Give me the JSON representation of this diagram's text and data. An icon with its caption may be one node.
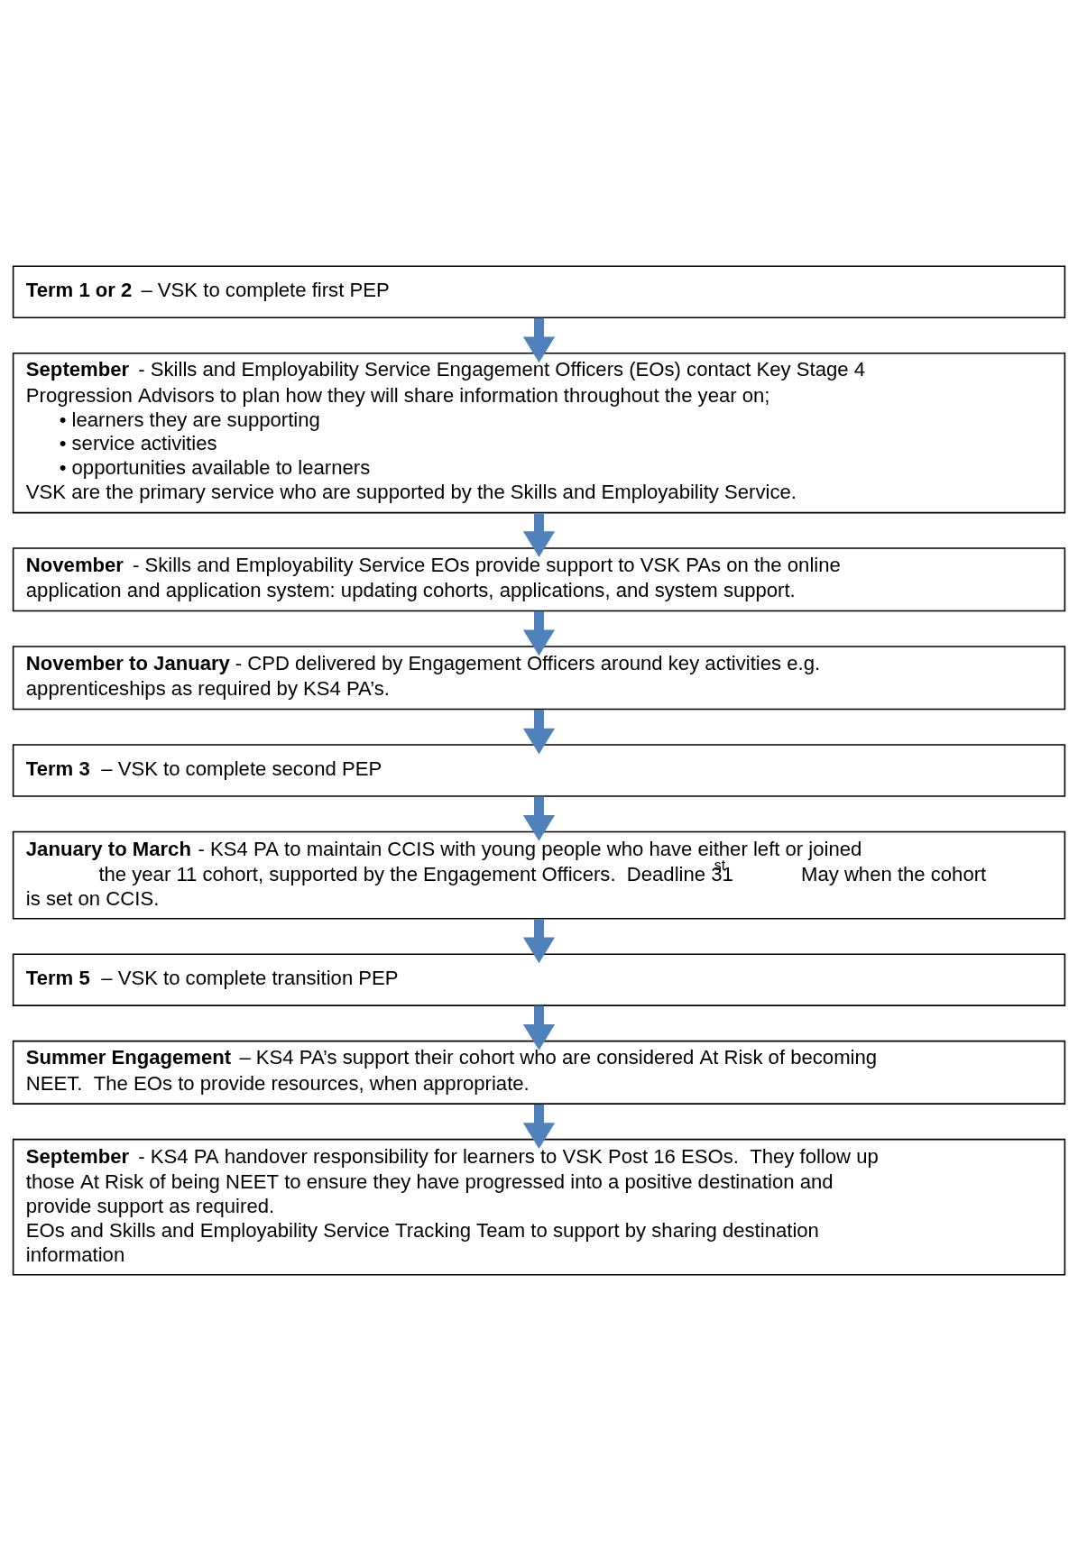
{
  "diagram": {
    "nodes": [
      {
        "text": [
          "**Term 1 or 2** – VSK to complete first PEP"
        ]
      },
      {
        "text": [
          "**September** - Skills and Employability Service Engagement Officers (EOs) contact Key Stage 4 Progression Advisors to plan how they will share information throughout the year on;",
          "• learners they are supporting",
          "• service activities",
          "• opportunities available to learners",
          "VSK are the primary service who are supported by the Skills and Employability Service."
        ]
      },
      {
        "text": [
          "**November** - Skills and Employability Service EOs provide support to VSK PAs on the online application and application system: updating cohorts, applications, and system support."
        ]
      },
      {
        "text": [
          "**November to January** - CPD delivered by Engagement Officers around key activities e.g. apprenticeships as required by KS4 PA’s."
        ]
      },
      {
        "text": [
          "**Term 3** – VSK to complete second PEP"
        ]
      },
      {
        "text": [
          "**January to March** - KS4 PA to maintain CCIS with young people who have either left or joined the year 11 cohort, supported by the Engagement Officers.  Deadline 31$^{st}$ May when the cohort is set on CCIS."
        ]
      },
      {
        "text": [
          "**Term 5** – VSK to complete transition PEP"
        ]
      },
      {
        "text": [
          "**Summer Engagement** – KS4 PA’s support their cohort who are considered At Risk of becoming NEET.  The EOs to provide resources, when appropriate."
        ]
      },
      {
        "text": [
          "**September** - KS4 PA handover responsibility for learners to VSK Post 16 ESOs.  They follow up those At Risk of being NEET to ensure they have progressed into a positive destination and provide support as required.",
          "EOs and Skills and Employability Service Tracking Team to support by sharing destination information"
        ]
      }
    ],
    "edges": [
      {
        "from": 0,
        "to": 1,
        "arrow": "to"
      },
      {
        "from": 1,
        "to": 2,
        "arrow": "to"
      },
      {
        "from": 2,
        "to": 3,
        "arrow": "to"
      },
      {
        "from": 3,
        "to": 4,
        "arrow": "to"
      },
      {
        "from": 4,
        "to": 5,
        "arrow": "to"
      },
      {
        "from": 5,
        "to": 6,
        "arrow": "to"
      },
      {
        "from": 6,
        "to": 7,
        "arrow": "to"
      },
      {
        "from": 7,
        "to": 8,
        "arrow": "to"
      }
    ]
  }
}
